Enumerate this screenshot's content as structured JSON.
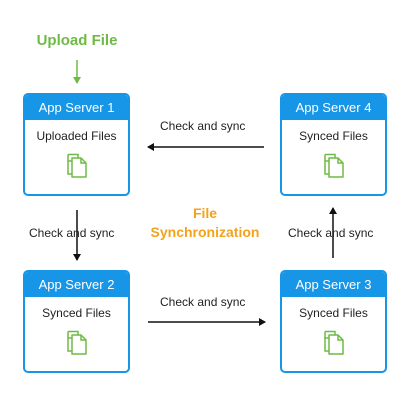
{
  "diagram": {
    "upload_label": "Upload File",
    "center_title_line1": "File",
    "center_title_line2": "Synchronization",
    "servers": [
      {
        "title": "App Server 1",
        "label": "Uploaded Files"
      },
      {
        "title": "App Server 2",
        "label": "Synced Files"
      },
      {
        "title": "App Server 3",
        "label": "Synced Files"
      },
      {
        "title": "App Server 4",
        "label": "Synced Files"
      }
    ],
    "edges": [
      {
        "from": "App Server 4",
        "to": "App Server 1",
        "label": "Check and sync"
      },
      {
        "from": "App Server 1",
        "to": "App Server 2",
        "label": "Check and sync"
      },
      {
        "from": "App Server 2",
        "to": "App Server 3",
        "label": "Check and sync"
      },
      {
        "from": "App Server 3",
        "to": "App Server 4",
        "label": "Check and sync"
      }
    ],
    "colors": {
      "accent": "#1796e8",
      "upload": "#6dbb45",
      "title": "#f2a31b",
      "arrow": "#111111"
    },
    "icon": "files-copy-icon"
  }
}
